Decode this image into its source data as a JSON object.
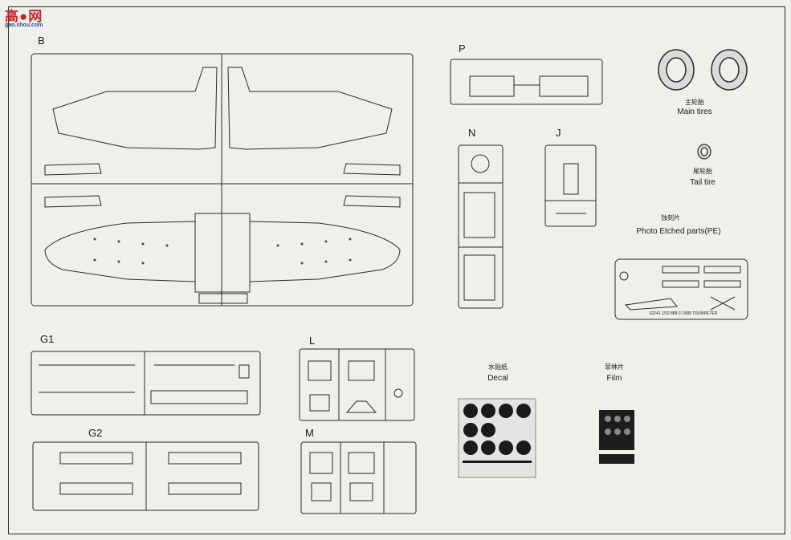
{
  "watermark": {
    "title": "高●网",
    "url": "gao.shou.com"
  },
  "sprues": {
    "B": "B",
    "P": "P",
    "N": "N",
    "J": "J",
    "G1": "G1",
    "G2": "G2",
    "L": "L",
    "M": "M"
  },
  "extras": {
    "main_tires_cn": "主轮胎",
    "main_tires_en": "Main tires",
    "tail_tire_cn": "尾轮胎",
    "tail_tire_en": "Tail tire",
    "pe_cn": "蚀刻片",
    "pe_en": "Photo Etched parts(PE)",
    "decal_cn": "水贴纸",
    "decal_en": "Decal",
    "film_cn": "菲林片",
    "film_en": "Film",
    "pe_footer": "02241  1/32  888   © 2005 TRUMPETER"
  }
}
